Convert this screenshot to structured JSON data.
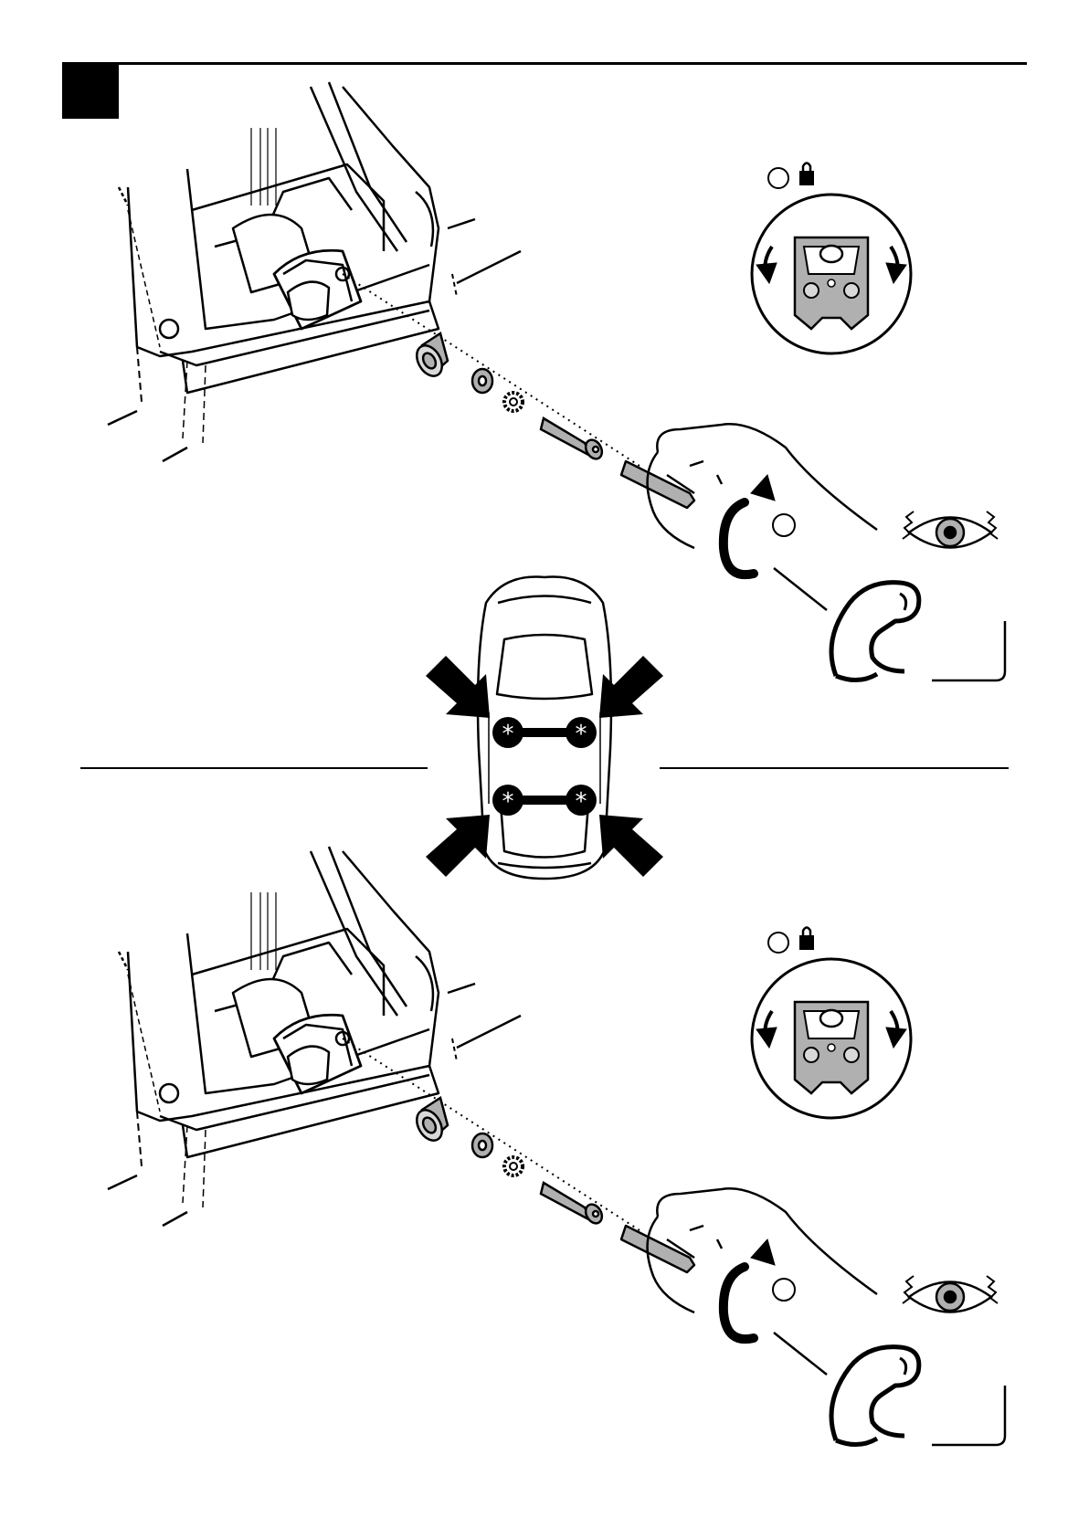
{
  "step": {
    "number": ""
  },
  "colors": {
    "ink": "#000000",
    "paper": "#ffffff",
    "part_fill": "#b0b0b0",
    "detail_fill": "#d9d9d9"
  },
  "panels": [
    {
      "name": "upper-assembly",
      "icons": [
        "foot-bracket",
        "spacer",
        "washer",
        "lock-washer",
        "bolt",
        "hand-with-key",
        "rotate-arrow-icon",
        "eye-icon",
        "strength-icon",
        "lock-icon",
        "clamp-adjust-icon"
      ]
    },
    {
      "name": "lower-assembly",
      "icons": [
        "foot-bracket",
        "spacer",
        "washer",
        "lock-washer",
        "bolt",
        "hand-with-key",
        "rotate-arrow-icon",
        "eye-icon",
        "strength-icon",
        "lock-icon",
        "clamp-adjust-icon"
      ]
    }
  ],
  "center": {
    "icon": "car-top-view",
    "mount_points": 4
  }
}
